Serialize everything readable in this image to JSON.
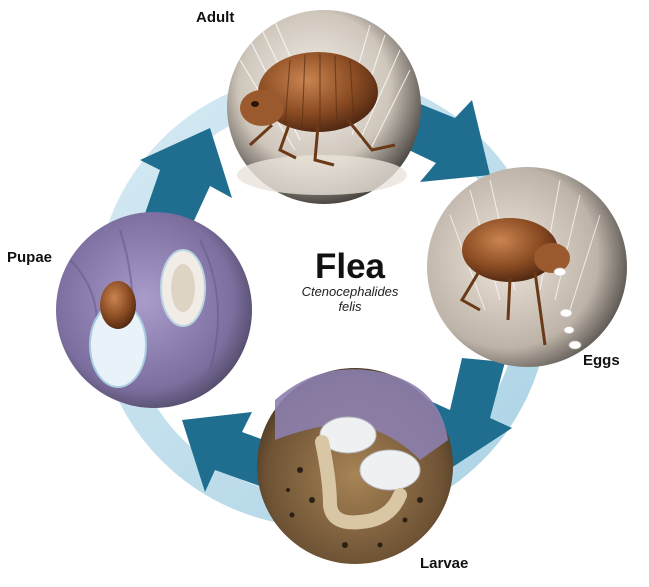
{
  "title": "Flea",
  "scientific_name": {
    "genus": "Ctenocephalides",
    "species": "felis"
  },
  "stages": [
    {
      "id": "adult",
      "label": "Adult"
    },
    {
      "id": "eggs",
      "label": "Eggs"
    },
    {
      "id": "larvae",
      "label": "Larvae"
    },
    {
      "id": "pupae",
      "label": "Pupae"
    }
  ],
  "colors": {
    "arrow_dark": "#1f6e8f",
    "arrow_light": "#bfe0ee",
    "fur_purple": "#8c7fae",
    "skin": "#e7ddd2",
    "flea_brown": "#8a4b22"
  }
}
